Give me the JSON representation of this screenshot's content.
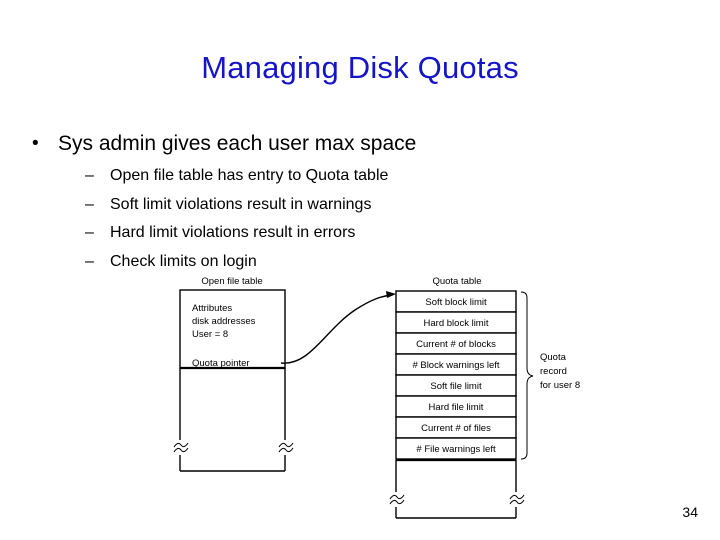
{
  "slide": {
    "title": "Managing Disk Quotas",
    "title_color": "#1414c8",
    "page_number": "34"
  },
  "bullets": {
    "level1_marker": "•",
    "level2_marker": "–",
    "main": "Sys admin gives each user max space",
    "sub": [
      "Open file table has entry to Quota table",
      "Soft limit violations result in warnings",
      "Hard limit violations result in errors",
      "Check limits on login"
    ]
  },
  "diagram": {
    "open_file_table": {
      "caption": "Open file table",
      "lines": [
        "Attributes",
        "disk addresses",
        "User = 8"
      ],
      "pointer_label": "Quota pointer"
    },
    "quota_table": {
      "caption": "Quota table",
      "rows": [
        "Soft block limit",
        "Hard block limit",
        "Current # of blocks",
        "# Block warnings left",
        "Soft file limit",
        "Hard file limit",
        "Current # of files",
        "# File warnings left"
      ],
      "brace_note": [
        "Quota",
        "record",
        "for user 8"
      ]
    }
  }
}
